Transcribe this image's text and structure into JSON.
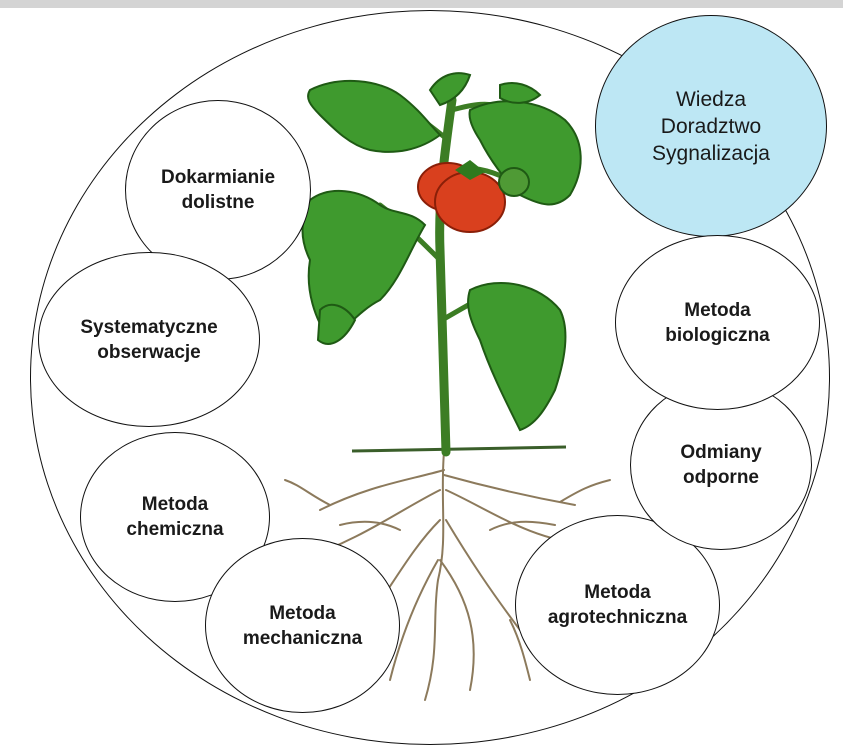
{
  "colors": {
    "highlight": "#bde7f4",
    "leaf": "#3f9a2e",
    "leaf_dark": "#1f5a14",
    "fruit": "#d9401e",
    "root": "#8c7a5c"
  },
  "nodes": {
    "wiedza": {
      "lines": [
        "Wiedza",
        "Doradztwo",
        "Sygnalizacja"
      ]
    },
    "dokarmianie": {
      "lines": [
        "Dokarmianie",
        "dolistne"
      ]
    },
    "systematyczne": {
      "lines": [
        "Systematyczne",
        "obserwacje"
      ]
    },
    "chemiczna": {
      "lines": [
        "Metoda",
        "chemiczna"
      ]
    },
    "mechaniczna": {
      "lines": [
        "Metoda",
        "mechaniczna"
      ]
    },
    "agrotechniczna": {
      "lines": [
        "Metoda",
        "agrotechniczna"
      ]
    },
    "odmiany": {
      "lines": [
        "Odmiany",
        "odporne"
      ]
    },
    "biologiczna": {
      "lines": [
        "Metoda",
        "biologiczna"
      ]
    }
  }
}
